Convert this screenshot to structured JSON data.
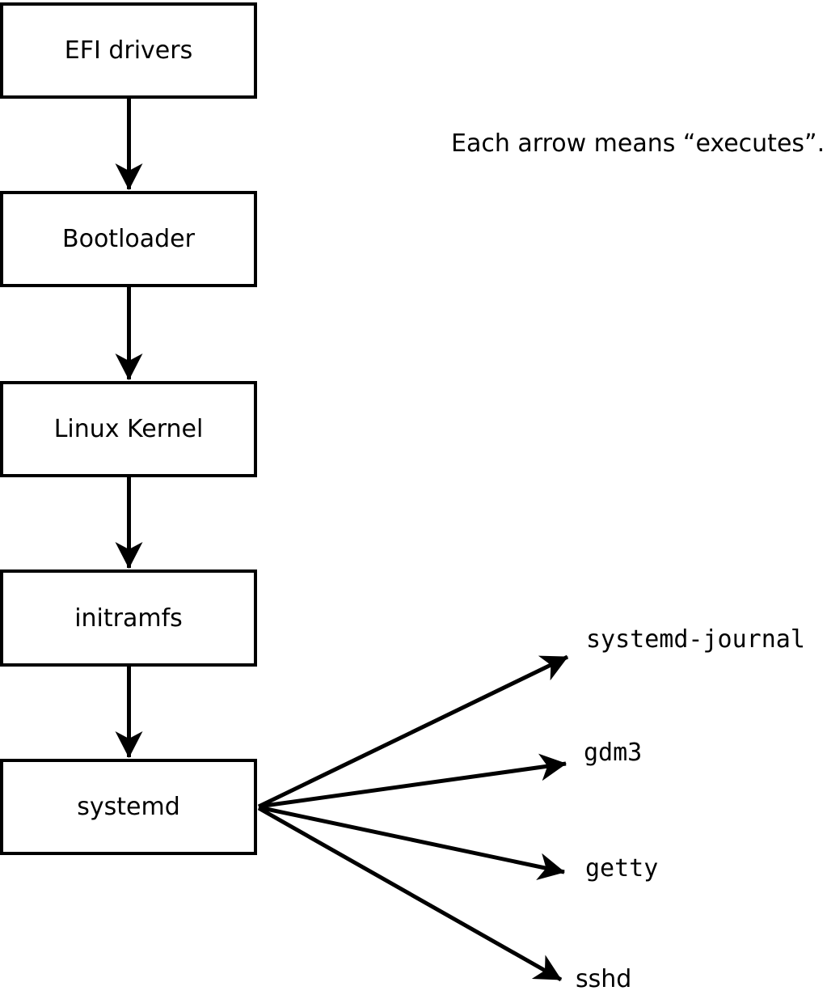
{
  "annotation": "Each arrow means “executes”.",
  "flow": {
    "boxes": [
      {
        "id": "efi",
        "label": "EFI drivers"
      },
      {
        "id": "bootloader",
        "label": "Bootloader"
      },
      {
        "id": "kernel",
        "label": "Linux Kernel"
      },
      {
        "id": "initramfs",
        "label": "initramfs"
      },
      {
        "id": "systemd",
        "label": "systemd"
      }
    ]
  },
  "processes": [
    {
      "id": "systemd-journal",
      "label": "systemd-journal"
    },
    {
      "id": "gdm3",
      "label": "gdm3"
    },
    {
      "id": "getty",
      "label": "getty"
    },
    {
      "id": "sshd",
      "label": "sshd"
    }
  ],
  "edges": [
    {
      "from": "EFI drivers",
      "to": "Bootloader",
      "meaning": "executes"
    },
    {
      "from": "Bootloader",
      "to": "Linux Kernel",
      "meaning": "executes"
    },
    {
      "from": "Linux Kernel",
      "to": "initramfs",
      "meaning": "executes"
    },
    {
      "from": "initramfs",
      "to": "systemd",
      "meaning": "executes"
    },
    {
      "from": "systemd",
      "to": "systemd-journal",
      "meaning": "executes"
    },
    {
      "from": "systemd",
      "to": "gdm3",
      "meaning": "executes"
    },
    {
      "from": "systemd",
      "to": "getty",
      "meaning": "executes"
    },
    {
      "from": "systemd",
      "to": "sshd",
      "meaning": "executes"
    }
  ],
  "colors": {
    "stroke": "#000000",
    "text": "#000000",
    "background": "#ffffff",
    "box_fill": "#ffffff"
  }
}
